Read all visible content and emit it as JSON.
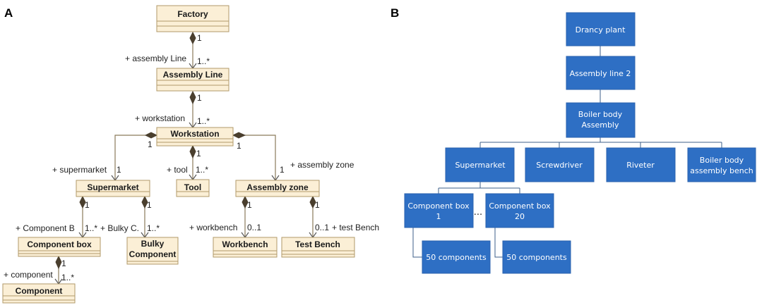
{
  "panels": {
    "a": "A",
    "b": "B"
  },
  "uml": {
    "classes": {
      "factory": "Factory",
      "assembly_line": "Assembly Line",
      "workstation": "Workstation",
      "supermarket": "Supermarket",
      "tool": "Tool",
      "assembly_zone": "Assembly zone",
      "component_box": "Component box",
      "bulky_component_1": "Bulky",
      "bulky_component_2": "Component",
      "workbench": "Workbench",
      "test_bench": "Test Bench",
      "component": "Component"
    },
    "roles": {
      "assembly_line": "+ assembly Line",
      "workstation": "+ workstation",
      "supermarket": "+ supermarket",
      "tool": "+ tool",
      "assembly_zone": "+ assembly zone",
      "component_b": "+ Component B",
      "bulky_c": "+ Bulky C.",
      "workbench": "+ workbench",
      "test_bench": "+ test Bench",
      "component": "+ component"
    },
    "multiplicities": {
      "one": "1",
      "one_to_many": "1..*",
      "zero_to_one": "0..1"
    }
  },
  "org": {
    "drancy_plant": "Drancy plant",
    "assembly_line_2": "Assembly line 2",
    "boiler_body_1": "Boiler body",
    "boiler_body_2": "Assembly",
    "supermarket": "Supermarket",
    "screwdriver": "Screwdriver",
    "riveter": "Riveter",
    "bench_1": "Boiler body",
    "bench_2": "assembly bench",
    "box1_1": "Component box",
    "box1_2": "1",
    "ellipsis": "...",
    "box20_1": "Component box",
    "box20_2": "20",
    "components_1": "50 components",
    "components_2": "50 components"
  },
  "colors": {
    "uml_fill": "#fbefd6",
    "org_fill": "#2e6fc4"
  }
}
